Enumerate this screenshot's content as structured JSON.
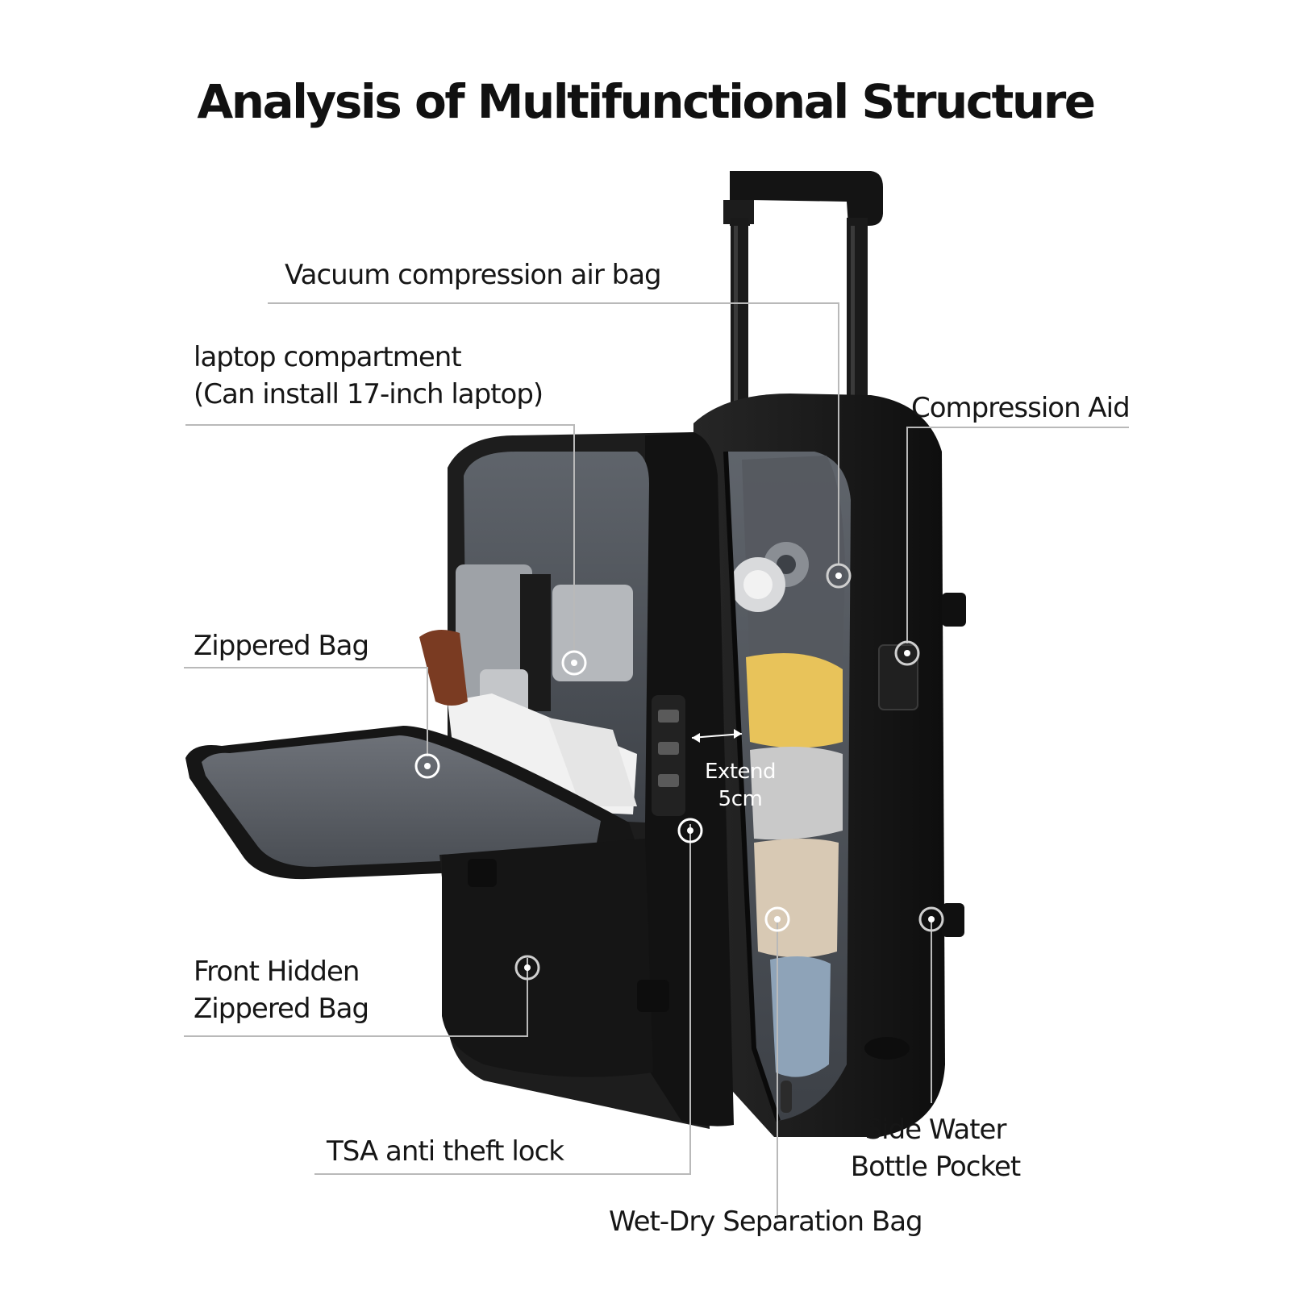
{
  "title": "Analysis of Multifunctional Structure",
  "labels": {
    "vacuum": "Vacuum compression air bag",
    "laptop_line1": "laptop compartment",
    "laptop_line2": "(Can install 17-inch laptop)",
    "compression_aid": "Compression Aid",
    "zippered_bag": "Zippered Bag",
    "front_hidden_line1": "Front Hidden",
    "front_hidden_line2": "Zippered Bag",
    "tsa_lock": "TSA anti theft lock",
    "side_bottle_line1": "Side Water",
    "side_bottle_line2": "Bottle Pocket",
    "wet_dry": "Wet-Dry Separation Bag",
    "extend_line1": "Extend",
    "extend_line2": "5cm"
  },
  "colors": {
    "bag_body": "#1a1a1a",
    "leader_line": "#b9b9b9",
    "lining": "#5d6168",
    "towel_yellow": "#e8c35a"
  }
}
